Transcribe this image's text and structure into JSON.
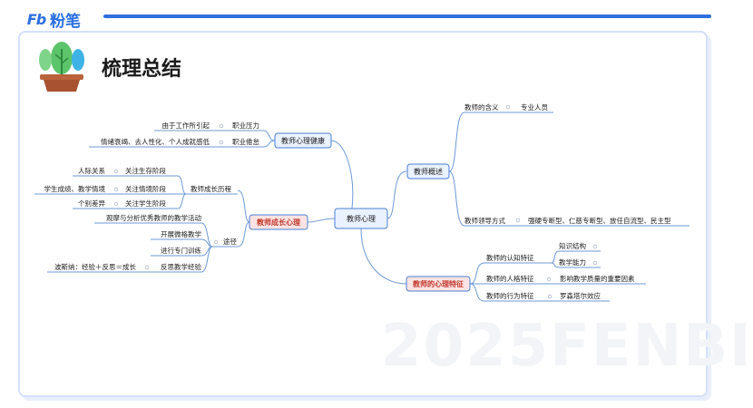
{
  "brand": {
    "logo": "Fb",
    "name": "粉笔"
  },
  "page": {
    "title": "梳理总结",
    "watermark": "2025FENBI"
  },
  "colors": {
    "accent": "#2f6fe0",
    "frame_border": "#d4e1fb",
    "node_fill": "#eaf1ff",
    "node_border": "#4a7fd4",
    "pink_node_fill": "#fde3e3",
    "pink_node_text": "#c0392b",
    "connector": "#6d99d6",
    "plant_leaf_green": "#5cc46b",
    "plant_leaf_blue": "#3fb3e6",
    "pot": "#b9623b"
  },
  "mindmap": {
    "center": "教师心理",
    "left": {
      "health": {
        "label": "教师心理健康",
        "items": [
          {
            "desc": "由于工作所引起",
            "label": "职业压力"
          },
          {
            "desc": "情绪衰竭、去人性化、个人成就感低",
            "label": "职业倦怠"
          }
        ]
      },
      "growth": {
        "label": "教师成长心理",
        "history": {
          "label": "教师成长历程",
          "items": [
            {
              "desc": "人际关系",
              "label": "关注生存阶段"
            },
            {
              "desc": "学生成绩、教学情境",
              "label": "关注情境阶段"
            },
            {
              "desc": "个别差异",
              "label": "关注学生阶段"
            }
          ]
        },
        "paths": {
          "label": "途径",
          "items": [
            {
              "desc": "",
              "label": "观摩与分析优秀教师的教学活动"
            },
            {
              "desc": "",
              "label": "开展微格教学"
            },
            {
              "desc": "",
              "label": "进行专门训练"
            },
            {
              "desc": "波斯纳：经验＋反思＝成长",
              "label": "反思教学经验"
            }
          ]
        }
      }
    },
    "right": {
      "overview": {
        "label": "教师概述",
        "items": [
          {
            "label": "教师的含义",
            "value": "专业人员"
          },
          {
            "label": "教师领导方式",
            "value": "强硬专断型、仁慈专断型、放任自流型、民主型"
          }
        ]
      },
      "traits": {
        "label": "教师的心理特征",
        "cognitive": {
          "label": "教师的认知特征",
          "items": [
            "知识结构",
            "教学能力"
          ]
        },
        "personality": {
          "label": "教师的人格特征",
          "value": "影响教学质量的重要因素"
        },
        "behavior": {
          "label": "教师的行为特征",
          "value": "罗森塔尔效应"
        }
      }
    }
  }
}
